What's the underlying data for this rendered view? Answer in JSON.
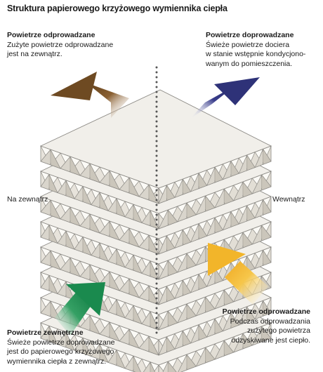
{
  "title": "Struktura papierowego krzyżowego wymiennika ciepła",
  "blocks": {
    "top_left": {
      "heading": "Powietrze odprowadzane",
      "body": "Zużyte powietrze odprowadzane\njest na zewnątrz."
    },
    "top_right": {
      "heading": "Powietrze doprowadzane",
      "body": "Świeże powietrze dociera\nw stanie wstępnie kondycjono-\nwanym do pomieszczenia."
    },
    "bottom_right": {
      "heading": "Powietrze odprowadzane",
      "body": "Podczas odprowadzania\nzużytego powietrza\nodzyskiwane jest ciepło."
    },
    "bottom_left": {
      "heading": "Powietrze zewnętrzne",
      "body": "Świeże powietrze doprowadzane\njest do papierowego krzyżowego\nwymiennika ciepła z zewnątrz."
    }
  },
  "side_labels": {
    "outside": "Na zewnątrz",
    "inside": "Wewnątrz"
  },
  "arrows": {
    "exhaust_out": {
      "color": "#6e4a22",
      "icon": "arrow-up-left-icon"
    },
    "supply_in": {
      "color": "#2e3278",
      "icon": "arrow-up-right-icon"
    },
    "extract_in": {
      "color": "#f2b52a",
      "icon": "arrow-up-left-icon"
    },
    "outdoor_in": {
      "color": "#1a8a4e",
      "icon": "arrow-up-right-icon"
    }
  },
  "colors": {
    "plate": "#f1efea",
    "plate_edge": "#8c8a85",
    "divider": "#555555"
  }
}
